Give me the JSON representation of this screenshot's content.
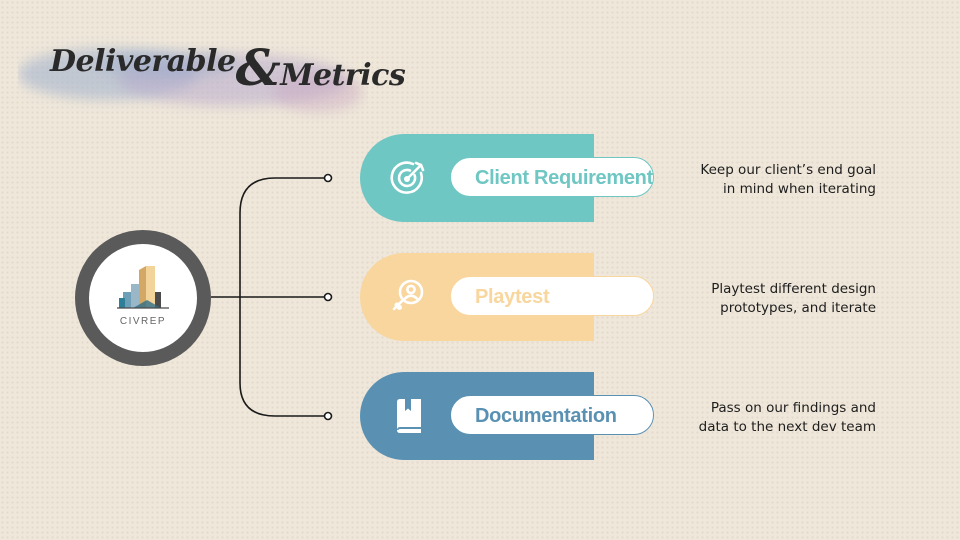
{
  "slide": {
    "title_part1": "Deliverable",
    "title_amp": "&",
    "title_part2": "Metrics",
    "logo_text": "CIVREP",
    "colors": {
      "teal": "#6ec7c3",
      "peach": "#f8d69e",
      "blue": "#5a91b3",
      "ring": "#5a5a5a"
    },
    "items": [
      {
        "icon": "target-icon",
        "label": "Client Requirement",
        "desc_line1": "Keep our client’s end goal",
        "desc_line2": "in mind when iterating"
      },
      {
        "icon": "user-search-icon",
        "label": "Playtest",
        "desc_line1": "Playtest different design",
        "desc_line2": "prototypes, and iterate"
      },
      {
        "icon": "book-icon",
        "label": "Documentation",
        "desc_line1": "Pass on our findings and",
        "desc_line2": "data to the next dev team"
      }
    ]
  }
}
